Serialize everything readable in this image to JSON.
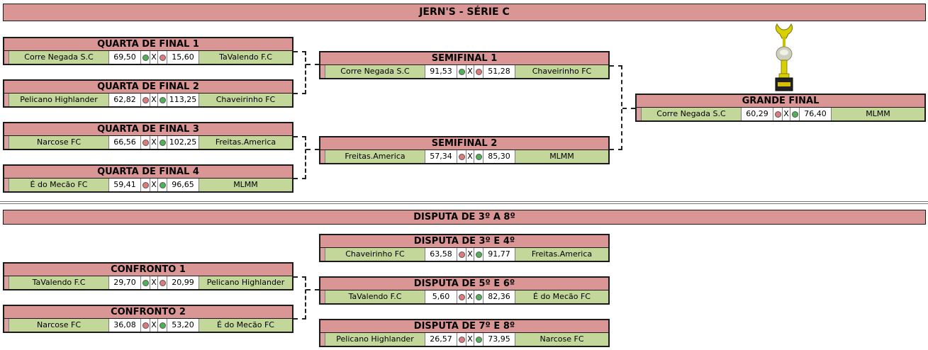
{
  "title": "JERN'S - SÉRIE C",
  "subtitle": "DISPUTA DE 3º A 8º",
  "colors": {
    "header": "#da9694",
    "team": "#c4d79b",
    "win": "#4fb257",
    "loss": "#e07b7b"
  },
  "matches": {
    "qf1": {
      "title": "QUARTA DE FINAL 1",
      "home": "Corre Negada S.C",
      "hs": "69,50",
      "away": "TaValendo F.C",
      "as": "15,60"
    },
    "qf2": {
      "title": "QUARTA DE FINAL 2",
      "home": "Pelicano Highlander",
      "hs": "62,82",
      "away": "Chaveirinho FC",
      "as": "113,25"
    },
    "qf3": {
      "title": "QUARTA DE FINAL 3",
      "home": "Narcose FC",
      "hs": "66,56",
      "away": "Freitas.America",
      "as": "102,25"
    },
    "qf4": {
      "title": "QUARTA DE FINAL 4",
      "home": "É do Mecão FC",
      "hs": "59,41",
      "away": "MLMM",
      "as": "96,65"
    },
    "sf1": {
      "title": "SEMIFINAL 1",
      "home": "Corre Negada S.C",
      "hs": "91,53",
      "away": "Chaveirinho FC",
      "as": "51,28"
    },
    "sf2": {
      "title": "SEMIFINAL 2",
      "home": "Freitas.America",
      "hs": "57,34",
      "away": "MLMM",
      "as": "85,30"
    },
    "final": {
      "title": "GRANDE FINAL",
      "home": "Corre Negada S.C",
      "hs": "60,29",
      "away": "MLMM",
      "as": "76,40"
    },
    "d34": {
      "title": "DISPUTA DE 3º E 4º",
      "home": "Chaveirinho FC",
      "hs": "63,58",
      "away": "Freitas.America",
      "as": "91,77"
    },
    "d56": {
      "title": "DISPUTA DE 5º E 6º",
      "home": "TaValendo F.C",
      "hs": "5,60",
      "away": "É do Mecão FC",
      "as": "82,36"
    },
    "d78": {
      "title": "DISPUTA DE 7º E 8º",
      "home": "Pelicano Highlander",
      "hs": "26,57",
      "away": "Narcose FC",
      "as": "73,95"
    },
    "c1": {
      "title": "CONFRONTO 1",
      "home": "TaValendo F.C",
      "hs": "29,70",
      "away": "Pelicano Highlander",
      "as": "20,99"
    },
    "c2": {
      "title": "CONFRONTO 2",
      "home": "Narcose FC",
      "hs": "36,08",
      "away": "É do Mecão FC",
      "as": "53,20"
    }
  },
  "separator": "X",
  "icons": {
    "trophy": "trophy-icon",
    "win": "green-dot-icon",
    "loss": "red-dot-icon"
  }
}
